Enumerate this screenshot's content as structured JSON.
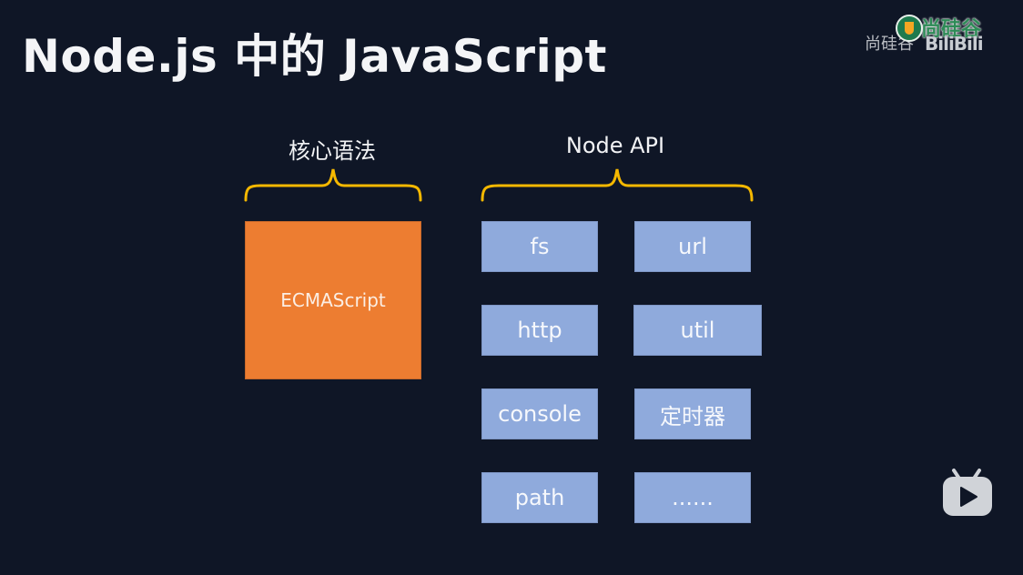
{
  "slide": {
    "title": "Node.js 中的 JavaScript",
    "watermark": {
      "text": "尚硅谷",
      "brand": "尚硅谷",
      "platform": "BiliBili"
    },
    "core_group": {
      "label": "核心语法",
      "box": "ECMAScript",
      "color": "#ed7d31"
    },
    "api_group": {
      "label": "Node API",
      "color": "#8faadc",
      "items": [
        "fs",
        "url",
        "http",
        "util",
        "console",
        "定时器",
        "path",
        "......"
      ]
    },
    "brace_color": "#f5b800",
    "player_icon": "bilibili-tv-icon"
  }
}
